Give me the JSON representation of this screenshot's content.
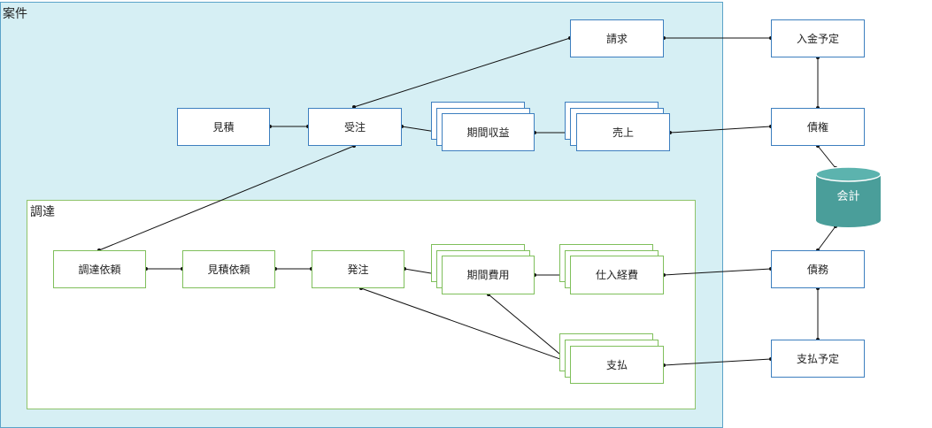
{
  "regions": {
    "anken": "案件",
    "chotatsu": "調達"
  },
  "nodes": {
    "seikyu": "請求",
    "nyukin_yotei": "入金予定",
    "mitsumori": "見積",
    "juchu": "受注",
    "kikan_shueki": "期間収益",
    "uriage": "売上",
    "saiken": "債権",
    "kaikei": "会計",
    "chotatsu_irai": "調達依頼",
    "mitsumori_irai": "見積依頼",
    "hatchu": "発注",
    "kikan_hiyo": "期間費用",
    "shiire_keihi": "仕入経費",
    "saimu": "債務",
    "shiharai": "支払",
    "shiharai_yotei": "支払予定"
  },
  "colors": {
    "anken_fill": "#d6eff4",
    "anken_border": "#5ba3c9",
    "chotatsu_border": "#8fc36b",
    "blue_node_border": "#3d7fbf",
    "green_node_border": "#7fbf5b",
    "database_fill": "#4a9e9a",
    "database_top": "#5cb3ae"
  },
  "icons": {
    "kaikei": "database-cylinder"
  }
}
